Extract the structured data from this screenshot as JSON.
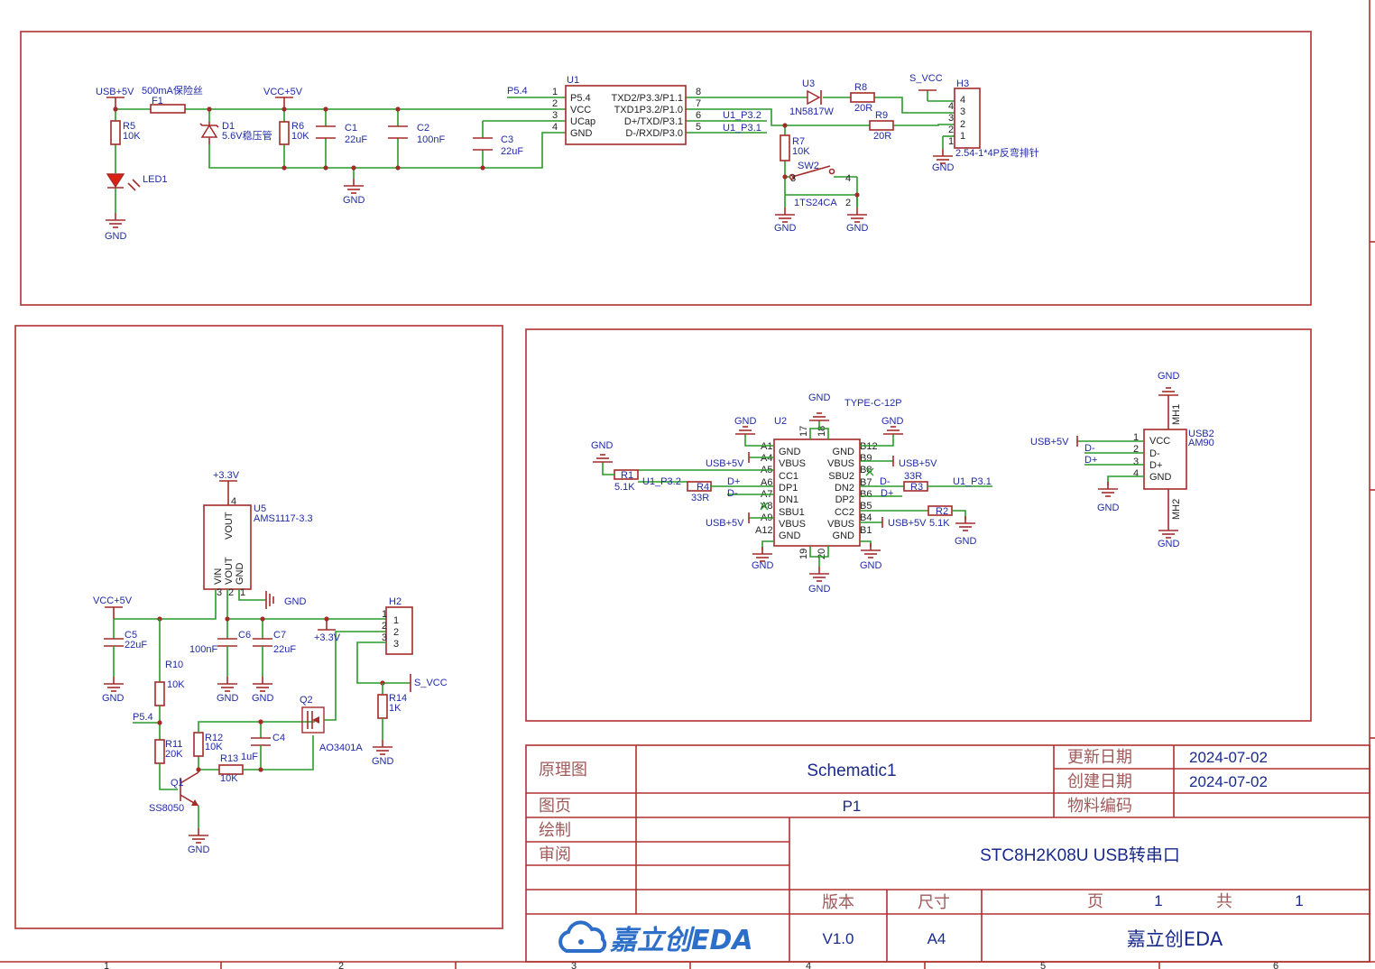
{
  "sheet": {
    "title_label": "原理图",
    "title_value": "Schematic1",
    "update_label": "更新日期",
    "update_value": "2024-07-02",
    "create_label": "创建日期",
    "create_value": "2024-07-02",
    "page_label": "图页",
    "page_value": "P1",
    "material_label": "物料编码",
    "draw_label": "绘制",
    "review_label": "审阅",
    "project_name": "STC8H2K08U USB转串口",
    "version_label": "版本",
    "version_value": "V1.0",
    "size_label": "尺寸",
    "size_value": "A4",
    "pg_label": "页",
    "pg_value": "1",
    "total_label": "共",
    "total_value": "1",
    "company": "嘉立创EDA",
    "logo_text": "嘉立创EDA",
    "col_numbers": [
      "1",
      "2",
      "3",
      "4",
      "5",
      "6"
    ]
  },
  "top": {
    "usb5v": "USB+5V",
    "fuse_note": "500mA保险丝",
    "f1": "F1",
    "r5": "R5",
    "r5v": "10K",
    "led1": "LED1",
    "gnd": "GND",
    "d1": "D1",
    "d1v": "5.6V稳压管",
    "vcc5v": "VCC+5V",
    "r6": "R6",
    "r6v": "10K",
    "c1": "C1",
    "c1v": "22uF",
    "c2": "C2",
    "c2v": "100nF",
    "c3": "C3",
    "c3v": "22uF",
    "p54": "P5.4",
    "u1": "U1",
    "u1_pins_left": [
      "P5.4",
      "VCC",
      "UCap",
      "GND"
    ],
    "u1_pins_right": [
      "TXD2/P3.3/P1.1",
      "TXD1P3.2/P1.0",
      "D+/TXD/P3.1",
      "D-/RXD/P3.0"
    ],
    "u1_nums_left": [
      "1",
      "2",
      "3",
      "4"
    ],
    "u1_nums_right": [
      "8",
      "7",
      "6",
      "5"
    ],
    "u1_p32": "U1_P3.2",
    "u1_p31": "U1_P3.1",
    "u3": "U3",
    "u3v": "1N5817W",
    "r8": "R8",
    "r8v": "20R",
    "r9": "R9",
    "r9v": "20R",
    "r7": "R7",
    "r7v": "10K",
    "sw2": "SW2",
    "sw2v": "1TS24CA",
    "svcc": "S_VCC",
    "h3": "H3",
    "h3v": "2.54-1*4P反弯排针",
    "h3_nums": [
      "4",
      "3",
      "2",
      "1"
    ],
    "sw_nums": [
      "1",
      "2",
      "3",
      "4"
    ]
  },
  "left": {
    "v33": "+3.3V",
    "u5": "U5",
    "u5v": "AMS1117-3.3",
    "u5_pins": [
      "VOUT",
      "VIN",
      "VOUT",
      "GND"
    ],
    "u5_nums": [
      "4",
      "3",
      "2",
      "1"
    ],
    "vcc5v": "VCC+5V",
    "gnd": "GND",
    "c5": "C5",
    "c5v": "22uF",
    "c6": "C6",
    "c6v": "100nF",
    "c7": "C7",
    "c7v": "22uF",
    "r10": "R10",
    "r10v": "10K",
    "p54": "P5.4",
    "r11": "R11",
    "r11v": "20K",
    "r12": "R12",
    "r12v": "10K",
    "r13": "R13",
    "r13v": "10K",
    "c4": "C4",
    "c4v": "1uF",
    "q1": "Q1",
    "q1v": "SS8050",
    "q2": "Q2",
    "q2v": "AO3401A",
    "h2": "H2",
    "h2_nums": [
      "1",
      "2",
      "3"
    ],
    "v33b": "+3.3V",
    "svcc": "S_VCC",
    "r14": "R14",
    "r14v": "1K"
  },
  "right": {
    "gnd": "GND",
    "typec": "TYPE-C-12P",
    "u2": "U2",
    "u2_pins_left": [
      "GND",
      "VBUS",
      "CC1",
      "DP1",
      "DN1",
      "SBU1",
      "VBUS",
      "GND"
    ],
    "u2_nums_left": [
      "A1",
      "A4",
      "A5",
      "A6",
      "A7",
      "A8",
      "A9",
      "A12"
    ],
    "u2_pins_right": [
      "GND",
      "VBUS",
      "SBU2",
      "DN2",
      "DP2",
      "CC2",
      "VBUS",
      "GND"
    ],
    "u2_nums_right": [
      "B12",
      "B9",
      "B8",
      "B7",
      "B6",
      "B5",
      "B4",
      "B1"
    ],
    "u2_top_nums": [
      "17",
      "18"
    ],
    "u2_bot_nums": [
      "19",
      "20"
    ],
    "usb5v": "USB+5V",
    "r1": "R1",
    "r1v": "5.1K",
    "u1_p32": "U1_P3.2",
    "r4": "R4",
    "r4v": "33R",
    "dp": "D+",
    "dm": "D-",
    "r3": "R3",
    "r3v": "33R",
    "u1_p31": "U1_P3.1",
    "r2": "R2",
    "r2v": "5.1K",
    "usb2": "USB2",
    "usb2v": "AM90",
    "usb2_pins": [
      "VCC",
      "D-",
      "D+",
      "GND"
    ],
    "usb2_nums": [
      "1",
      "2",
      "3",
      "4"
    ],
    "mh1": "MH1",
    "mh2": "MH2"
  }
}
